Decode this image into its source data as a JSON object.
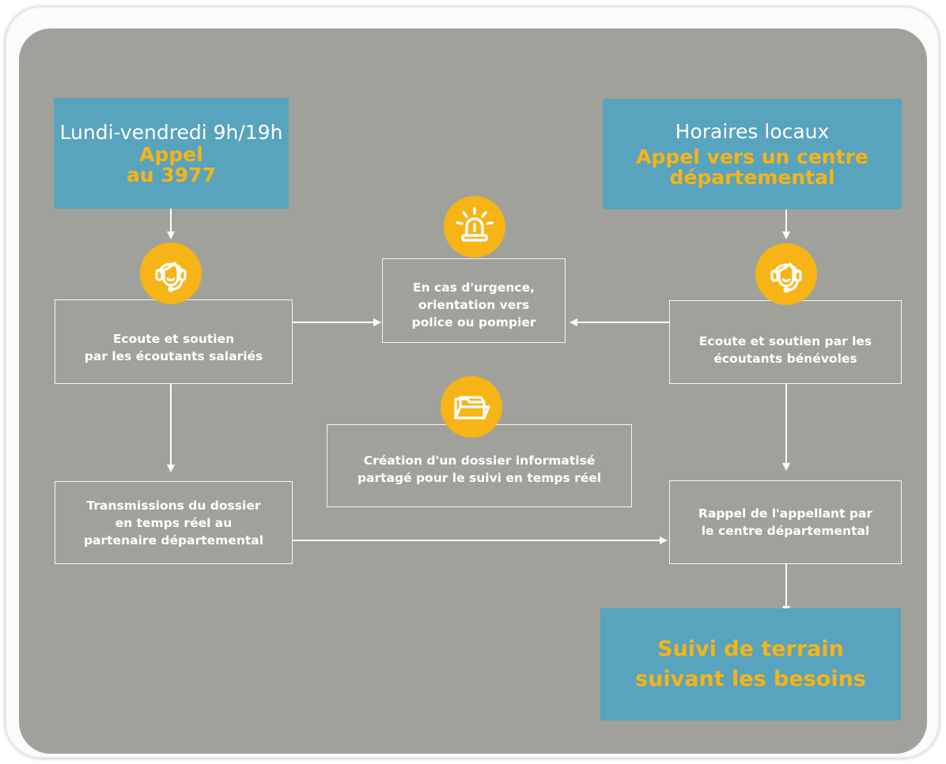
{
  "left_header": {
    "line1": "Lundi-vendredi 9h/19h",
    "line2": "Appel",
    "line3": "au 3977"
  },
  "right_header": {
    "line1": "Horaires locaux",
    "line2": "Appel vers un centre",
    "line3": "départemental"
  },
  "boxes": {
    "ecoute_salaries": [
      "Ecoute et soutien",
      "par les écoutants salariés"
    ],
    "urgence": [
      "En cas d'urgence,",
      "orientation vers",
      "police ou pompier"
    ],
    "ecoute_benevoles": [
      "Ecoute et soutien par les",
      "écoutants bénévoles"
    ],
    "dossier": [
      "Création d'un dossier informatisé",
      "partagé pour le suivi en temps réel"
    ],
    "transmission": [
      "Transmissions du dossier",
      "en temps réel au",
      "partenaire départemental"
    ],
    "rappel": [
      "Rappel de l'appellant par",
      "le centre départemental"
    ]
  },
  "bottom_box": {
    "line1": "Suivi de terrain",
    "line2": "suivant les besoins"
  },
  "icons": {
    "left_operator": "headset-operator-icon",
    "right_operator": "headset-operator-icon",
    "emergency": "siren-icon",
    "folder": "folder-icon"
  },
  "colors": {
    "panel": "#a1a19c",
    "blue": "#58a3bd",
    "accent": "#f7b416",
    "white": "#ffffff"
  }
}
